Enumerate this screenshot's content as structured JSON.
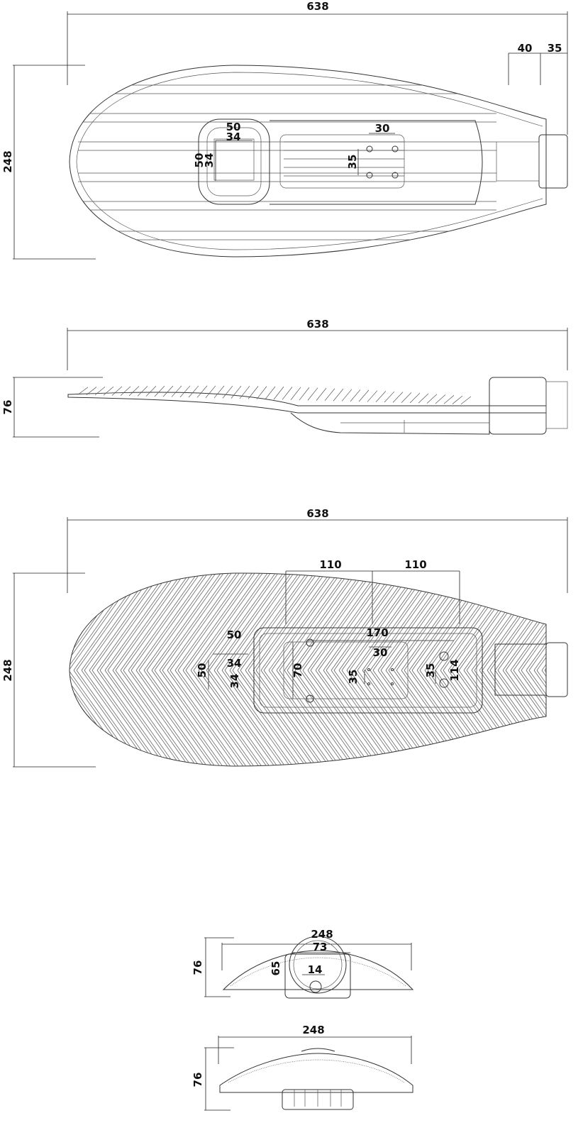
{
  "views": {
    "top": {
      "length": "638",
      "pipe_a": "40",
      "pipe_b": "35",
      "width": "248",
      "win_w": "50",
      "win_w_inner": "34",
      "win_h": "50",
      "win_h_inner": "34",
      "hole_w": "30",
      "hole_h": "35"
    },
    "side": {
      "length": "638",
      "height": "76"
    },
    "bottom": {
      "length": "638",
      "mount_a": "110",
      "mount_b": "110",
      "width": "248",
      "win_w": "50",
      "win_w_inner": "34",
      "win_h": "50",
      "win_h_inner": "34",
      "box_len": "170",
      "hole_w": "30",
      "hole_h": "35",
      "box_w": "70",
      "gland_h": "35",
      "box_h": "114"
    },
    "front": {
      "width": "248",
      "neck": "73",
      "height": "76",
      "hole": "14",
      "offset": "65"
    },
    "rear": {
      "width": "248",
      "height": "76"
    }
  }
}
